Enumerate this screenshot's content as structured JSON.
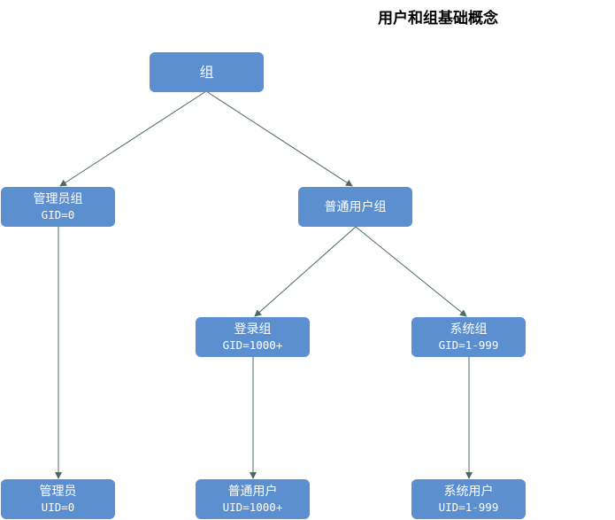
{
  "title": "用户和组基础概念",
  "nodes": {
    "group": {
      "label": "组"
    },
    "admin_group": {
      "label": "管理员组",
      "id_text": "GID=0"
    },
    "normal_user_group": {
      "label": "普通用户组"
    },
    "login_group": {
      "label": "登录组",
      "id_text": "GID=1000+"
    },
    "system_group": {
      "label": "系统组",
      "id_text": "GID=1-999"
    },
    "admin_user": {
      "label": "管理员",
      "id_text": "UID=0"
    },
    "normal_user": {
      "label": "普通用户",
      "id_text": "UID=1000+"
    },
    "system_user": {
      "label": "系统用户",
      "id_text": "UID=1-999"
    }
  },
  "colors": {
    "node_fill": "#5b8fd0",
    "edge": "#4a6a6a",
    "node_text": "#ffffff"
  }
}
